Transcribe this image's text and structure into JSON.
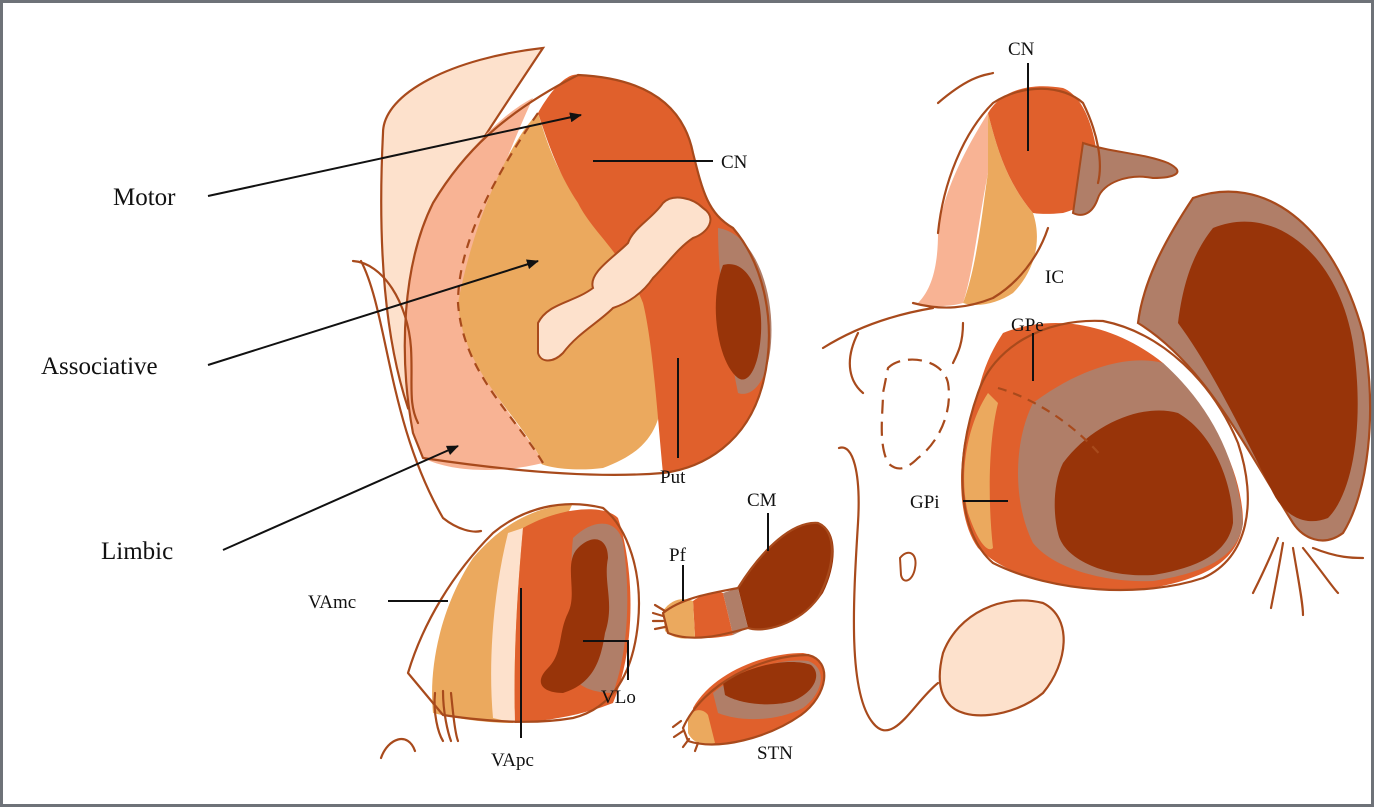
{
  "colors": {
    "motor": "#e0602c",
    "associative": "#eba95e",
    "limbic": "#f8b394",
    "pale": "#fde1cc",
    "brown_gray": "#b07e68",
    "dark": "#983409",
    "outline": "#a84a1c"
  },
  "territories": {
    "motor": "Motor",
    "associative": "Associative",
    "limbic": "Limbic"
  },
  "structures": {
    "cn_left": "CN",
    "put": "Put",
    "cn_right": "CN",
    "ic": "IC",
    "gpe": "GPe",
    "gpi": "GPi",
    "vamc": "VAmc",
    "vapc": "VApc",
    "vlo": "VLo",
    "pf": "Pf",
    "cm": "CM",
    "stn": "STN"
  }
}
